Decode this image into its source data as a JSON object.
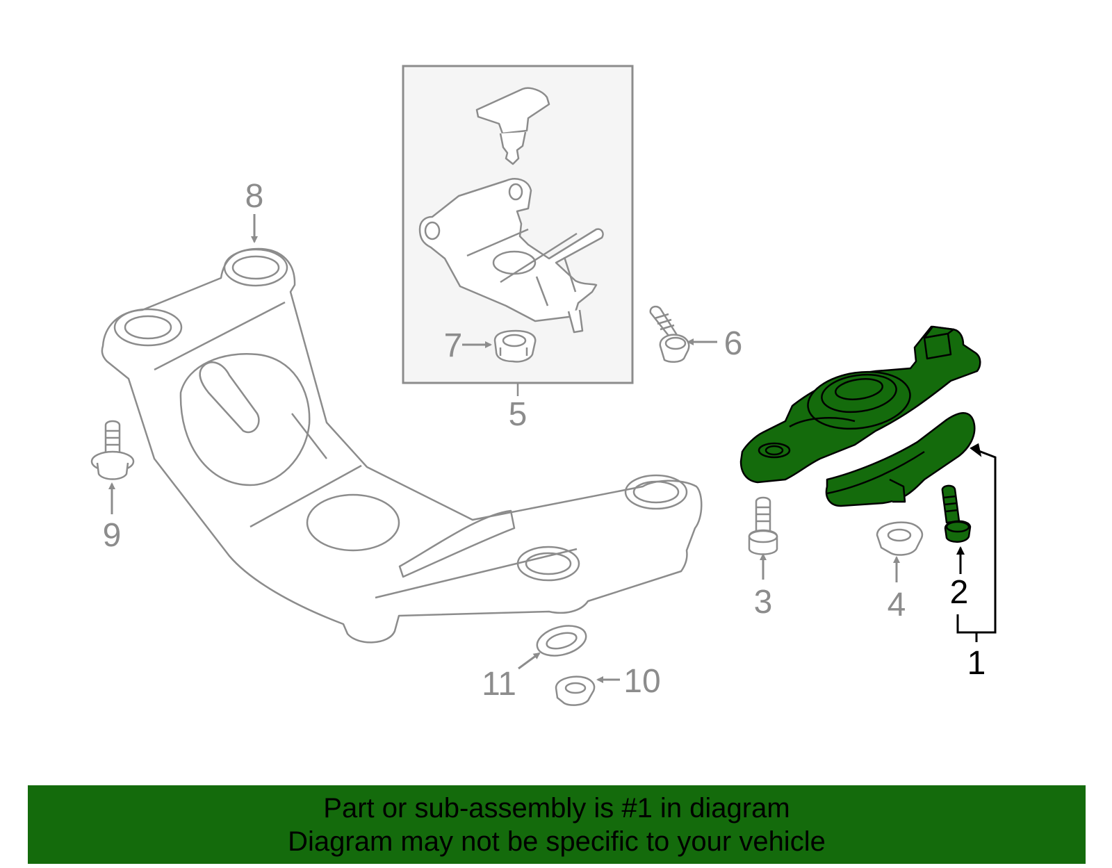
{
  "colors": {
    "highlight_part": "#146b0c",
    "footer_background": "#146b0c",
    "gray_part_lines": "#8c8c8c",
    "subassembly_box_fill": "#f5f5f5"
  },
  "callouts": {
    "c1": "1",
    "c2": "2",
    "c3": "3",
    "c4": "4",
    "c5": "5",
    "c6": "6",
    "c7": "7",
    "c8": "8",
    "c9": "9",
    "c10": "10",
    "c11": "11"
  },
  "footer": {
    "line1": "Part or sub-assembly is #1 in diagram",
    "line2": "Diagram may not be specific to your vehicle"
  }
}
